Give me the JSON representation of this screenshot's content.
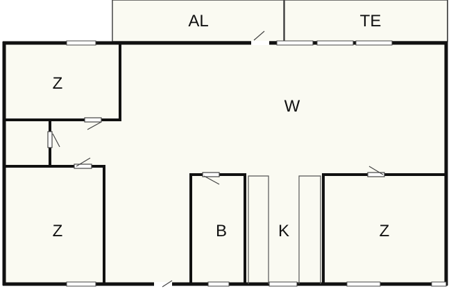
{
  "rooms": {
    "al": "AL",
    "te": "TE",
    "z_top_left": "Z",
    "w": "W",
    "z_bottom_left": "Z",
    "b": "B",
    "k": "K",
    "z_bottom_right": "Z"
  },
  "colors": {
    "floor": "#fafaf2",
    "wall": "#111111",
    "thin_line": "#444444",
    "background": "#ffffff"
  }
}
